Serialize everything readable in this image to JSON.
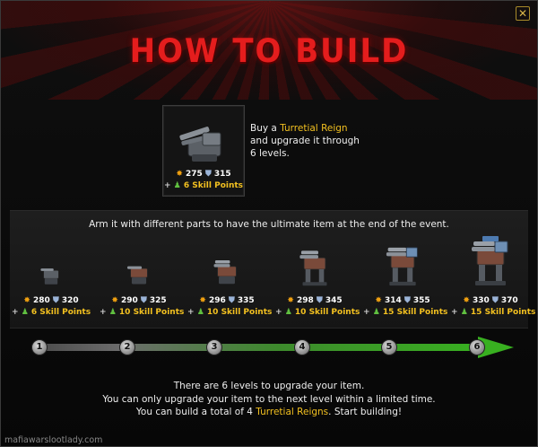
{
  "dialog": {
    "title": "HOW TO BUILD",
    "close_icon": "close-icon"
  },
  "intro": {
    "line_prefix": "Buy a ",
    "item_name": "Turretial Reign",
    "line_rest_1": "and upgrade it through",
    "line_rest_2": "6 levels.",
    "attack": "275",
    "defense": "315",
    "skill_points": "6 Skill Points"
  },
  "band_text": "Arm it with different parts to have the ultimate item at the end of the event.",
  "levels": [
    {
      "level": "1",
      "attack": "280",
      "defense": "320",
      "skill_points": "6 Skill Points"
    },
    {
      "level": "2",
      "attack": "290",
      "defense": "325",
      "skill_points": "10 Skill Points"
    },
    {
      "level": "3",
      "attack": "296",
      "defense": "335",
      "skill_points": "10 Skill Points"
    },
    {
      "level": "4",
      "attack": "298",
      "defense": "345",
      "skill_points": "10 Skill Points"
    },
    {
      "level": "5",
      "attack": "314",
      "defense": "355",
      "skill_points": "15 Skill Points"
    },
    {
      "level": "6",
      "attack": "330",
      "defense": "370",
      "skill_points": "15 Skill Points"
    }
  ],
  "footer": {
    "line1": "There are 6 levels to upgrade your item.",
    "line2": "You can only upgrade your item to the next level within a limited time.",
    "line3_prefix": "You can build a total of 4 ",
    "line3_item": "Turretial Reigns",
    "line3_suffix": ". Start building!"
  },
  "watermark": "mafiawarslootlady.com",
  "colors": {
    "title_red": "#e41d1d",
    "item_gold": "#f2c020",
    "progress_green": "#38b020"
  },
  "icons": {
    "attack": "attack-burst-icon",
    "defense": "defense-shield-icon",
    "skill": "skill-points-icon"
  }
}
